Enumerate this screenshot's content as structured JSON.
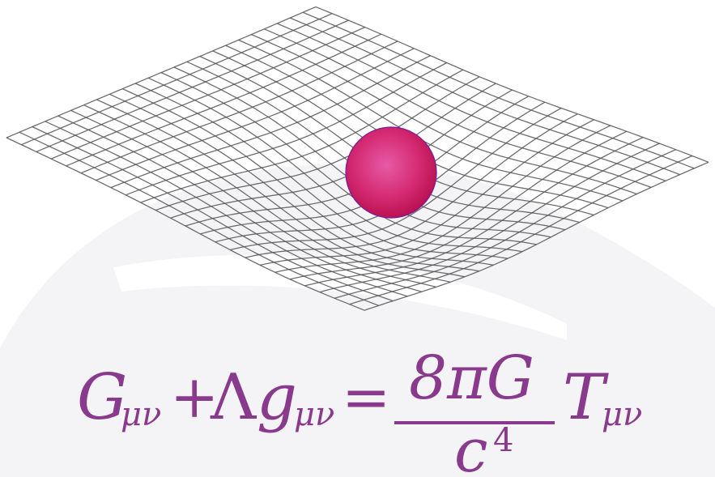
{
  "colors": {
    "equation": "#8a3a8c",
    "ball_center": "#e4479a",
    "ball_edge": "#c0145a",
    "mesh": "#555555",
    "watermark": "#f4f4f6"
  },
  "equation": {
    "lhs_tensor": "G",
    "lhs_tensor_sub": "μν",
    "plus": "+",
    "lambda": "Λ",
    "metric": "g",
    "metric_sub": "μν",
    "equals": "=",
    "numerator": "8πG",
    "denominator": "c",
    "denominator_power": "4",
    "rhs_tensor": "T",
    "rhs_tensor_sub": "μν"
  },
  "illustration": {
    "mass": "sphere",
    "fabric": "curved-grid"
  }
}
